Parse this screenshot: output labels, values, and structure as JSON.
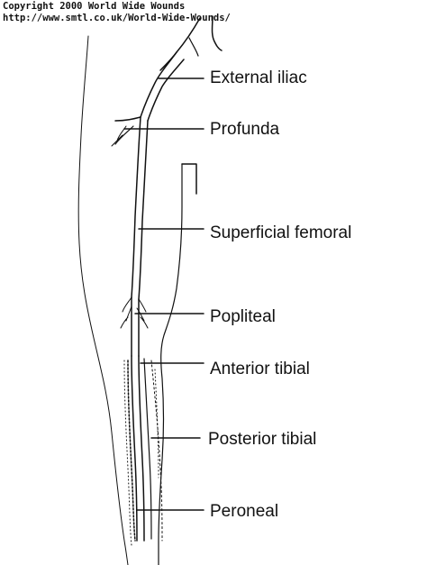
{
  "header": {
    "copyright_line": "Copyright 2000 World Wide Wounds",
    "url_line": "http://www.smtl.co.uk/World-Wide-Wounds/"
  },
  "labels": {
    "external_iliac": "External iliac",
    "profunda": "Profunda",
    "superficial_femoral": "Superficial femoral",
    "popliteal": "Popliteal",
    "anterior_tibial": "Anterior tibial",
    "posterior_tibial": "Posterior tibial",
    "peroneal": "Peroneal"
  },
  "colors": {
    "ink": "#111111",
    "background": "#ffffff"
  }
}
